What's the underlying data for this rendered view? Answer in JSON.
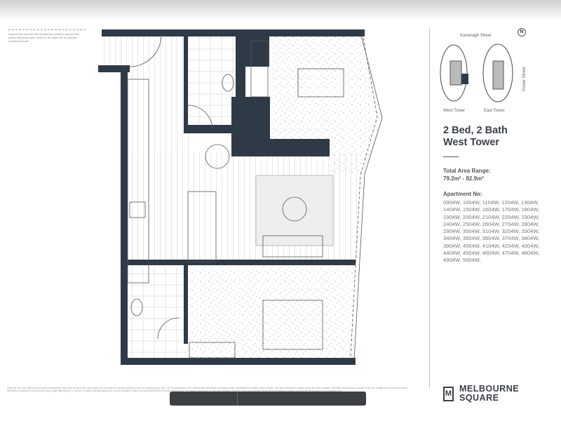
{
  "note": "Dashed line denotes the facade line variation across floor plates within this type. Refer to the sales list for specific apartment areas.",
  "keyplan": {
    "street_top": "Kavanagh Street",
    "street_side": "Power Street",
    "west_label": "West Tower",
    "east_label": "East Tower",
    "compass": "N"
  },
  "unit": {
    "title_line1": "2 Bed, 2 Bath",
    "title_line2": "West Tower",
    "area_label": "Total Area Range:",
    "area_value": "79.2m² - 82.9m²",
    "apartments_label": "Apartment No:",
    "apartments": "0904W, 1004W, 1104W, 1204W, 1304W, 1404W, 1504W, 1604W, 1704W, 1804W, 1904W, 2004W, 2104W, 2204W, 2304W, 2404W, 2504W, 2604W, 2704W, 2804W, 2904W, 3004W, 3104W, 3204W, 3304W, 3404W, 3504W, 3604W, 3704W, 3804W, 3904W, 4004W, 4104W, 4204W, 4304W, 4404W, 4504W, 4604W, 4704W, 4804W, 4904W, 5004W,"
  },
  "disclaimer": "While the floor plan reflects the proposed development at the time this floor plan was created, the information it contains should be used as a general guide only. The representations of the development are artistic impressions only. In particular the designs, plans, images, view lines, dimensions, layout, sizes and areas, facilities, amenities, infrastructure, number of lots, the configuration of these and other information contained in this floor plan may change depending on a number of matters including approvals, market conditions, finance and government and municipal requirements. Purchasers should rely on their own enquiries. Furniture and home decorator items are for illustrative purposes only and are not included in the purchase price.",
  "brand": {
    "logo_letter": "M",
    "line1": "MELBOURNE",
    "line2": "SQUARE"
  },
  "colors": {
    "wall": "#2f3a47",
    "text": "#3a4048"
  }
}
